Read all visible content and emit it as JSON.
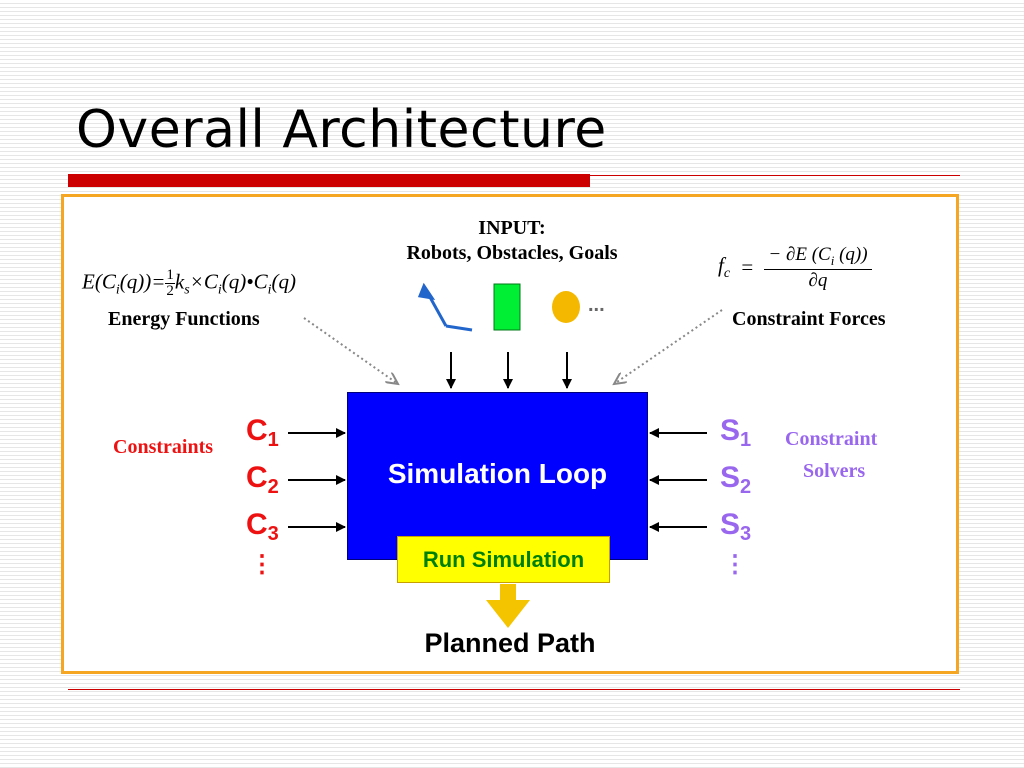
{
  "slide": {
    "title": "Overall Architecture"
  },
  "diagram": {
    "input_title": "INPUT:",
    "input_subtitle": "Robots, Obstacles, Goals",
    "input_ellipsis": "...",
    "energy_label": "Energy Functions",
    "force_label": "Constraint Forces",
    "sim_loop_label": "Simulation Loop",
    "run_label": "Run Simulation",
    "output_label": "Planned Path",
    "constraints_label": "Constraints",
    "solvers_label_line1": "Constraint",
    "solvers_label_line2": "Solvers",
    "constraint_symbols": [
      {
        "letter": "C",
        "sub": "1"
      },
      {
        "letter": "C",
        "sub": "2"
      },
      {
        "letter": "C",
        "sub": "3"
      }
    ],
    "solver_symbols": [
      {
        "letter": "S",
        "sub": "1"
      },
      {
        "letter": "S",
        "sub": "2"
      },
      {
        "letter": "S",
        "sub": "3"
      }
    ],
    "vertical_ellipsis": "⋮",
    "energy_equation": {
      "lhs": "E(C",
      "lhs_i": "i",
      "lhs_rest": "(q))=",
      "half_num": "1",
      "half_den": "2",
      "ks": "k",
      "ks_sub": "s",
      "term1": "×C",
      "term1_i": "i",
      "term1_rest": "(q)•C",
      "term2_i": "i",
      "term2_rest": "(q)"
    },
    "force_equation": {
      "lhs": "f",
      "lhs_sub": "c",
      "eq": "=",
      "numerator": "− ∂E (C",
      "num_i": "i",
      "num_rest": " (q))",
      "denominator": "∂q"
    },
    "colors": {
      "sim_loop": "#0000ff",
      "run_box": "#ffff00",
      "run_text": "#008000",
      "constraints": "#ee1111",
      "solvers": "#9966ee",
      "frame": "#f5a623",
      "output_arrow": "#f5c400",
      "goal_icon": "#f5b800",
      "obstacle_icon": "#00ee33",
      "robot_icon": "#2266cc"
    }
  }
}
